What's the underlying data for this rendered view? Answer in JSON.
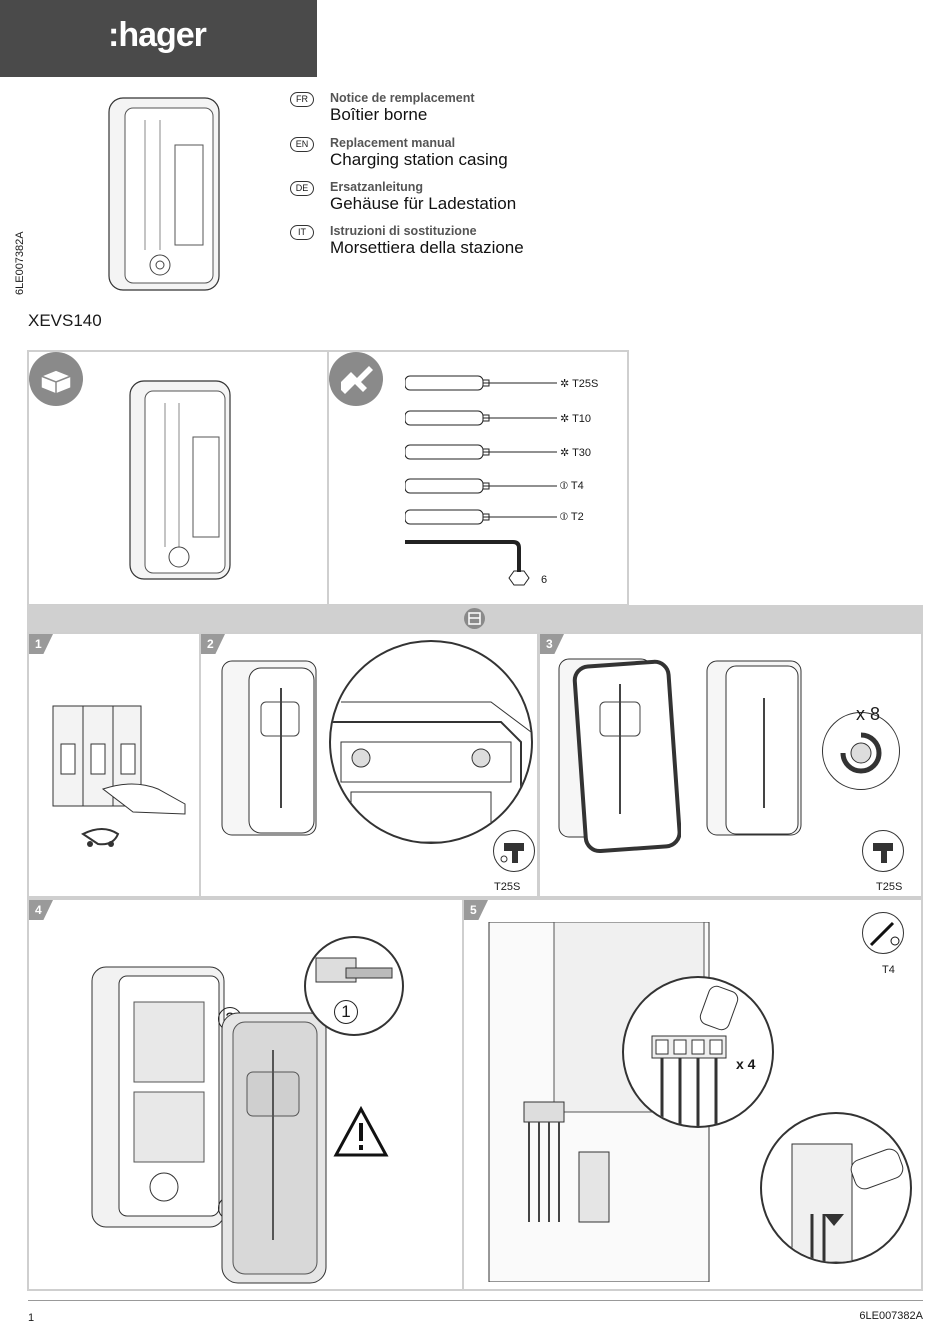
{
  "brand": {
    "logo_text": ":hager"
  },
  "document": {
    "reference_vertical": "6LE007382A",
    "model": "XEVS140"
  },
  "languages": [
    {
      "code": "FR",
      "small": "Notice de remplacement",
      "big": "Boîtier borne"
    },
    {
      "code": "EN",
      "small": "Replacement manual",
      "big": "Charging station casing"
    },
    {
      "code": "DE",
      "small": "Ersatzanleitung",
      "big": "Gehäuse für Ladestation"
    },
    {
      "code": "IT",
      "small": "Istruzioni di sostituzione",
      "big": "Morsettiera della stazione"
    }
  ],
  "tools": [
    {
      "label": "T25S",
      "icon": "torx-icon"
    },
    {
      "label": "T10",
      "icon": "torx-icon"
    },
    {
      "label": "T30",
      "icon": "torx-icon"
    },
    {
      "label": "T4",
      "icon": "slotted-icon"
    },
    {
      "label": "T2",
      "icon": "slotted-icon"
    },
    {
      "label": "6",
      "icon": "hex-key-icon"
    }
  ],
  "steps": [
    {
      "number": "1"
    },
    {
      "number": "2",
      "tool_label": "T25S"
    },
    {
      "number": "3",
      "tool_label": "T25S",
      "count": "x 8"
    },
    {
      "number": "4",
      "callout_1": "1",
      "callout_2": "2",
      "callout_3": "2"
    },
    {
      "number": "5",
      "tool_label": "T4",
      "count": "x 4"
    }
  ],
  "footer": {
    "page": "1",
    "reference": "6LE007382A"
  }
}
